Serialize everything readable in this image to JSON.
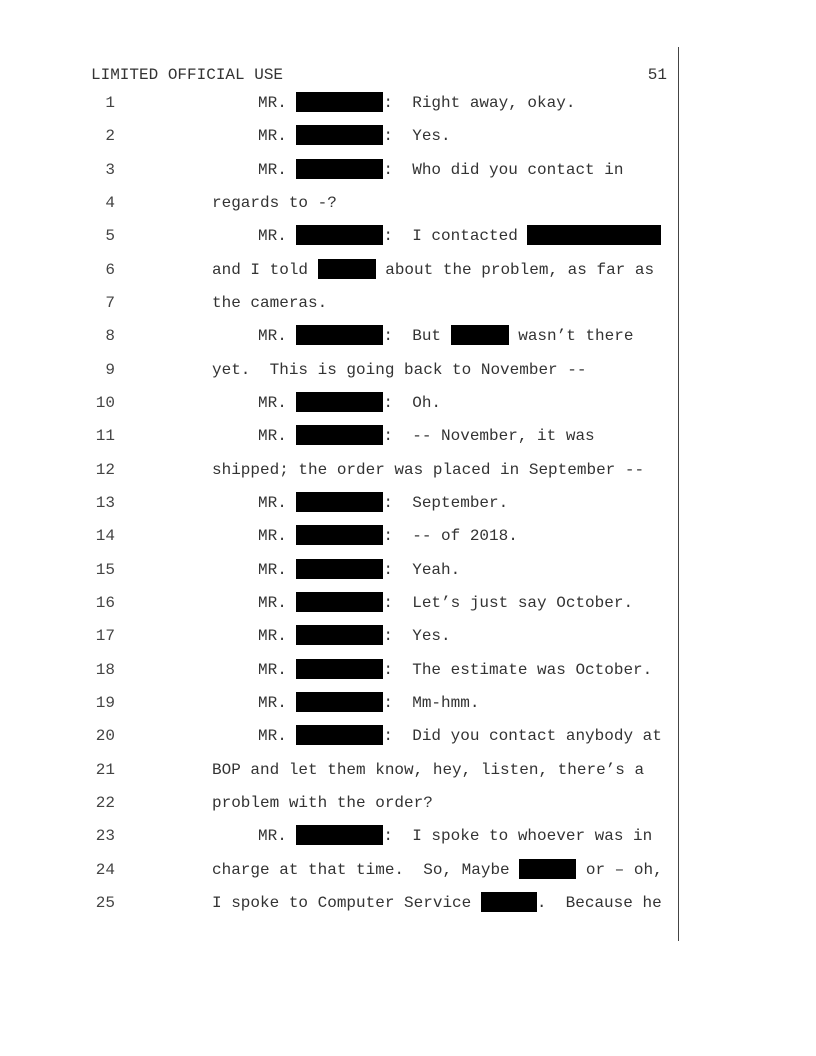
{
  "header": {
    "title": "LIMITED OFFICIAL USE",
    "page_number": "51"
  },
  "lines": [
    {
      "n": "1",
      "speaker": true,
      "segments": [
        {
          "t": "MR. "
        },
        {
          "r": 87
        },
        {
          "t": ":  Right away, okay."
        }
      ]
    },
    {
      "n": "2",
      "speaker": true,
      "segments": [
        {
          "t": "MR. "
        },
        {
          "r": 87
        },
        {
          "t": ":  Yes."
        }
      ]
    },
    {
      "n": "3",
      "speaker": true,
      "segments": [
        {
          "t": "MR. "
        },
        {
          "r": 87
        },
        {
          "t": ":  Who did you contact in"
        }
      ]
    },
    {
      "n": "4",
      "speaker": false,
      "segments": [
        {
          "t": "regards to -?"
        }
      ]
    },
    {
      "n": "5",
      "speaker": true,
      "segments": [
        {
          "t": "MR. "
        },
        {
          "r": 87
        },
        {
          "t": ":  I contacted "
        },
        {
          "r": 134
        }
      ]
    },
    {
      "n": "6",
      "speaker": false,
      "segments": [
        {
          "t": "and I told "
        },
        {
          "r": 58
        },
        {
          "t": " about the problem, as far as"
        }
      ]
    },
    {
      "n": "7",
      "speaker": false,
      "segments": [
        {
          "t": "the cameras."
        }
      ]
    },
    {
      "n": "8",
      "speaker": true,
      "segments": [
        {
          "t": "MR. "
        },
        {
          "r": 87
        },
        {
          "t": ":  But "
        },
        {
          "r": 58
        },
        {
          "t": " wasn’t there"
        }
      ]
    },
    {
      "n": "9",
      "speaker": false,
      "segments": [
        {
          "t": "yet.  This is going back to November --"
        }
      ]
    },
    {
      "n": "10",
      "speaker": true,
      "segments": [
        {
          "t": "MR. "
        },
        {
          "r": 87
        },
        {
          "t": ":  Oh."
        }
      ]
    },
    {
      "n": "11",
      "speaker": true,
      "segments": [
        {
          "t": "MR. "
        },
        {
          "r": 87
        },
        {
          "t": ":  -- November, it was"
        }
      ]
    },
    {
      "n": "12",
      "speaker": false,
      "segments": [
        {
          "t": "shipped; the order was placed in September --"
        }
      ]
    },
    {
      "n": "13",
      "speaker": true,
      "segments": [
        {
          "t": "MR. "
        },
        {
          "r": 87
        },
        {
          "t": ":  September."
        }
      ]
    },
    {
      "n": "14",
      "speaker": true,
      "segments": [
        {
          "t": "MR. "
        },
        {
          "r": 87
        },
        {
          "t": ":  -- of 2018."
        }
      ]
    },
    {
      "n": "15",
      "speaker": true,
      "segments": [
        {
          "t": "MR. "
        },
        {
          "r": 87
        },
        {
          "t": ":  Yeah."
        }
      ]
    },
    {
      "n": "16",
      "speaker": true,
      "segments": [
        {
          "t": "MR. "
        },
        {
          "r": 87
        },
        {
          "t": ":  Let’s just say October."
        }
      ]
    },
    {
      "n": "17",
      "speaker": true,
      "segments": [
        {
          "t": "MR. "
        },
        {
          "r": 87
        },
        {
          "t": ":  Yes."
        }
      ]
    },
    {
      "n": "18",
      "speaker": true,
      "segments": [
        {
          "t": "MR. "
        },
        {
          "r": 87
        },
        {
          "t": ":  The estimate was October."
        }
      ]
    },
    {
      "n": "19",
      "speaker": true,
      "segments": [
        {
          "t": "MR. "
        },
        {
          "r": 87
        },
        {
          "t": ":  Mm-hmm."
        }
      ]
    },
    {
      "n": "20",
      "speaker": true,
      "segments": [
        {
          "t": "MR. "
        },
        {
          "r": 87
        },
        {
          "t": ":  Did you contact anybody at"
        }
      ]
    },
    {
      "n": "21",
      "speaker": false,
      "segments": [
        {
          "t": "BOP and let them know, hey, listen, there’s a"
        }
      ]
    },
    {
      "n": "22",
      "speaker": false,
      "segments": [
        {
          "t": "problem with the order?"
        }
      ]
    },
    {
      "n": "23",
      "speaker": true,
      "segments": [
        {
          "t": "MR. "
        },
        {
          "r": 87
        },
        {
          "t": ":  I spoke to whoever was in"
        }
      ]
    },
    {
      "n": "24",
      "speaker": false,
      "segments": [
        {
          "t": "charge at that time.  So, Maybe "
        },
        {
          "r": 57
        },
        {
          "t": " or – oh,"
        }
      ]
    },
    {
      "n": "25",
      "speaker": false,
      "segments": [
        {
          "t": "I spoke to Computer Service "
        },
        {
          "r": 56
        },
        {
          "t": ".  Because he"
        }
      ]
    }
  ]
}
